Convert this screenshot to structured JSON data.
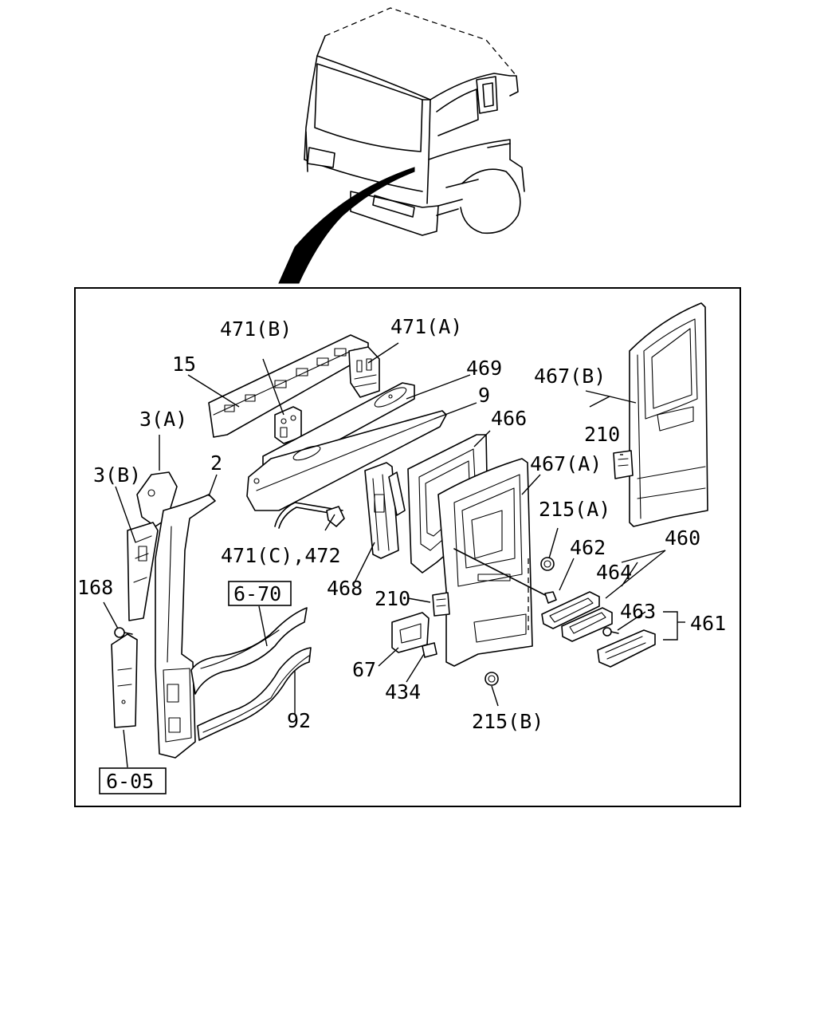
{
  "labels": {
    "l471b": "471(B)",
    "l471a": "471(A)",
    "l15": "15",
    "l469": "469",
    "l467b": "467(B)",
    "l9": "9",
    "l466": "466",
    "l3a": "3(A)",
    "l210a": "210",
    "l3b": "3(B)",
    "l2": "2",
    "l467a": "467(A)",
    "l215a": "215(A)",
    "l460": "460",
    "l462": "462",
    "l464": "464",
    "l471c": "471(C),472",
    "l168": "168",
    "l468": "468",
    "l210b": "210",
    "l463": "463",
    "l461": "461",
    "l67": "67",
    "l92": "92",
    "l434": "434",
    "l215b": "215(B)"
  },
  "refs": {
    "r670": "6-70",
    "r605": "6-05"
  }
}
